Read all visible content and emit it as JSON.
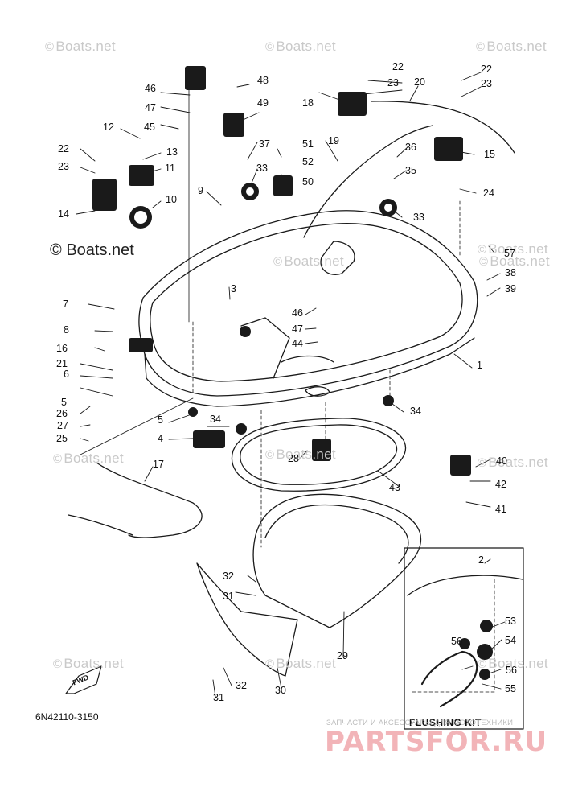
{
  "watermarks": [
    {
      "text": "Boats.net"
    },
    {
      "text": "Boats.net"
    },
    {
      "text": "Boats.net"
    },
    {
      "text": "Boats.net"
    },
    {
      "text": "Boats.net"
    },
    {
      "text": "Boats.net"
    },
    {
      "text": "Boats.net"
    },
    {
      "text": "Boats.net"
    },
    {
      "text": "Boats.net"
    },
    {
      "text": "Boats.net"
    },
    {
      "text": "Boats.net"
    },
    {
      "text": "Boats.net"
    }
  ],
  "watermark_symbol": "©",
  "main_watermark": "Boats.net",
  "diagram_code": "6N42110-3150",
  "fwd_label": "FWD",
  "kit_label": "FLUSHING KIT",
  "seller_caption": "ЗАПЧАСТИ И АКСЕССУАРЫ ДЛЯ МОТОТЕХНИКИ",
  "seller_brand": "PARTSFOR.RU",
  "colors": {
    "line": "#1a1a1a",
    "watermark": "#c9c9c9",
    "brand": "#f2b4b8"
  },
  "callouts": [
    "1",
    "2",
    "3",
    "4",
    "5",
    "5",
    "6",
    "7",
    "8",
    "9",
    "10",
    "11",
    "12",
    "13",
    "14",
    "15",
    "16",
    "17",
    "18",
    "19",
    "20",
    "21",
    "22",
    "22",
    "22",
    "23",
    "23",
    "23",
    "24",
    "25",
    "26",
    "27",
    "28",
    "29",
    "30",
    "31",
    "31",
    "32",
    "32",
    "33",
    "33",
    "34",
    "34",
    "35",
    "36",
    "37",
    "38",
    "39",
    "40",
    "41",
    "42",
    "43",
    "44",
    "45",
    "46",
    "46",
    "47",
    "47",
    "48",
    "49",
    "50",
    "51",
    "52",
    "53",
    "54",
    "55",
    "56",
    "56",
    "57"
  ]
}
